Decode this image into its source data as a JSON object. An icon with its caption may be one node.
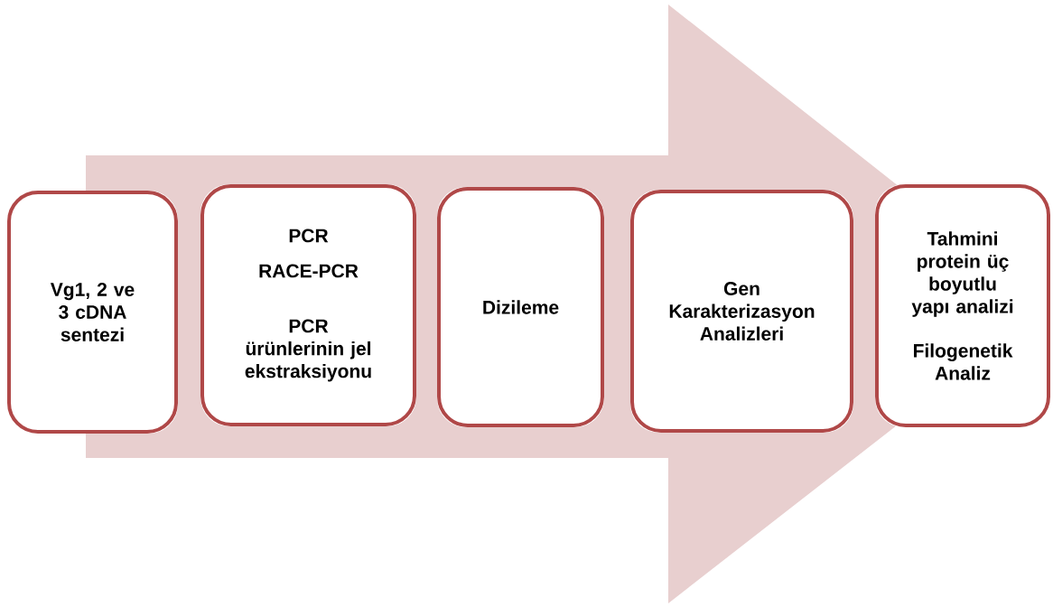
{
  "diagram": {
    "nodes": [
      {
        "text": [
          "Vg1, 2 ve 3 cDNA sentezi"
        ]
      },
      {
        "text": [
          "PCR",
          "RACE-PCR",
          "PCR ürünlerinin jel ekstraksiyonu"
        ]
      },
      {
        "text": [
          "Dizileme"
        ]
      },
      {
        "text": [
          "Gen Karakterizasyon Analizleri"
        ]
      },
      {
        "text": [
          "Tahmini protein üç boyutlu yapı analizi",
          "Filogenetik Analiz"
        ]
      }
    ],
    "edges": [
      {
        "from": 0,
        "to": 4,
        "arrow": "to"
      }
    ]
  }
}
